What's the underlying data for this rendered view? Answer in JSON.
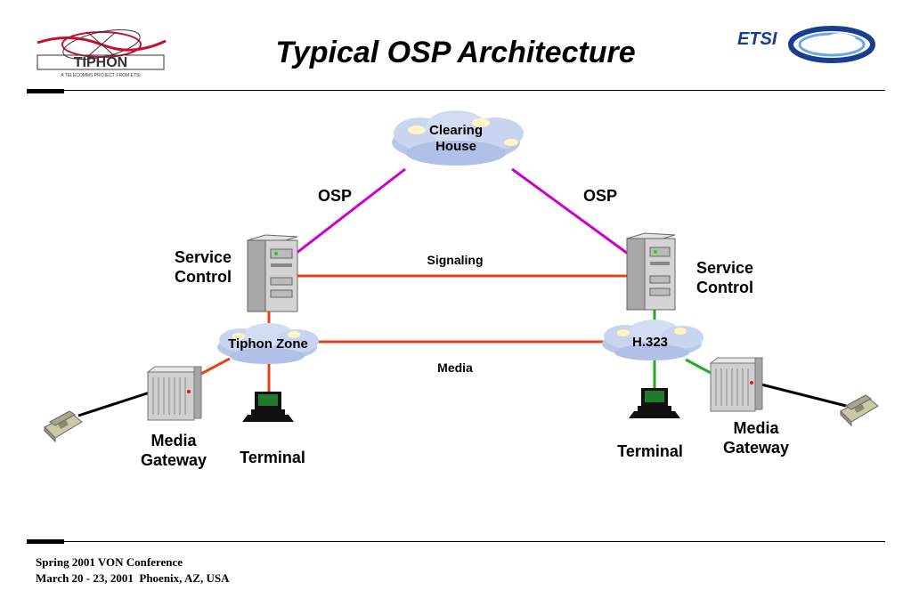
{
  "header": {
    "title": "Typical OSP Architecture",
    "left_logo": {
      "icon": "tiphon-logo",
      "text": "TIPHON",
      "tagline": "A TELECOMMS PROJECT FROM ETSI",
      "color": "#c8102e"
    },
    "right_logo": {
      "icon": "etsi-logo",
      "text": "ETSI",
      "color": "#1a3d8f"
    }
  },
  "diagram": {
    "clearing_house": {
      "label_line1": "Clearing",
      "label_line2": "House"
    },
    "osp_left": "OSP",
    "osp_right": "OSP",
    "signaling": "Signaling",
    "media": "Media",
    "left": {
      "service_control_line1": "Service",
      "service_control_line2": "Control",
      "zone": "Tiphon Zone",
      "gateway_line1": "Media",
      "gateway_line2": "Gateway",
      "terminal": "Terminal"
    },
    "right": {
      "service_control_line1": "Service",
      "service_control_line2": "Control",
      "zone": "H.323",
      "gateway_line1": "Media",
      "gateway_line2": "Gateway",
      "terminal": "Terminal"
    },
    "colors": {
      "osp_link": "#cc00cc",
      "signaling_link": "#e8401c",
      "h323_link": "#22aa22",
      "phone_link": "#000000"
    }
  },
  "footer": {
    "line1": "Spring 2001 VON Conference",
    "line2": "March 20 - 23, 2001  Phoenix, AZ, USA"
  }
}
